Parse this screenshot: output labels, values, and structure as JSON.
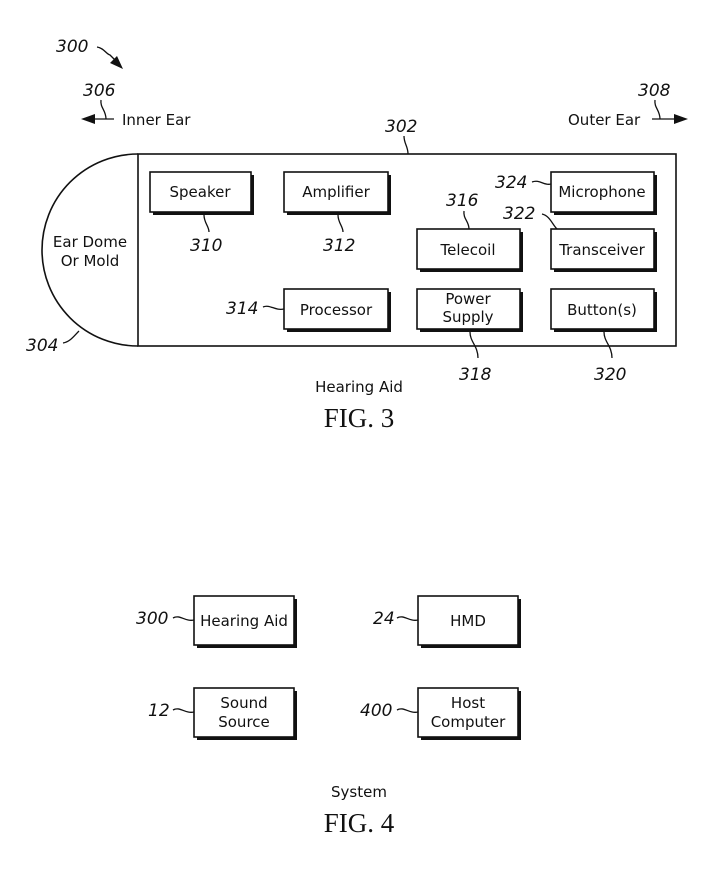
{
  "fig3": {
    "ref_overall": "300",
    "direction_left": {
      "ref": "306",
      "label": "Inner Ear"
    },
    "direction_right": {
      "ref": "308",
      "label": "Outer Ear"
    },
    "housing_ref": "302",
    "ear_dome": {
      "ref": "304",
      "label_line1": "Ear Dome",
      "label_line2": "Or Mold"
    },
    "components": [
      {
        "id": "speaker",
        "label": "Speaker",
        "ref": "310"
      },
      {
        "id": "amplifier",
        "label": "Amplifier",
        "ref": "312"
      },
      {
        "id": "processor",
        "label": "Processor",
        "ref": "314"
      },
      {
        "id": "telecoil",
        "label": "Telecoil",
        "ref": "316"
      },
      {
        "id": "power-supply",
        "label_line1": "Power",
        "label_line2": "Supply",
        "ref": "318"
      },
      {
        "id": "buttons",
        "label": "Button(s)",
        "ref": "320"
      },
      {
        "id": "transceiver",
        "label": "Transceiver",
        "ref": "322"
      },
      {
        "id": "microphone",
        "label": "Microphone",
        "ref": "324"
      }
    ],
    "caption": "Hearing Aid",
    "title": "FIG. 3"
  },
  "fig4": {
    "components": [
      {
        "id": "hearing-aid",
        "label": "Hearing Aid",
        "ref": "300"
      },
      {
        "id": "hmd",
        "label": "HMD",
        "ref": "24"
      },
      {
        "id": "sound-source",
        "label_line1": "Sound",
        "label_line2": "Source",
        "ref": "12"
      },
      {
        "id": "host-computer",
        "label_line1": "Host",
        "label_line2": "Computer",
        "ref": "400"
      }
    ],
    "caption": "System",
    "title": "FIG. 4"
  }
}
